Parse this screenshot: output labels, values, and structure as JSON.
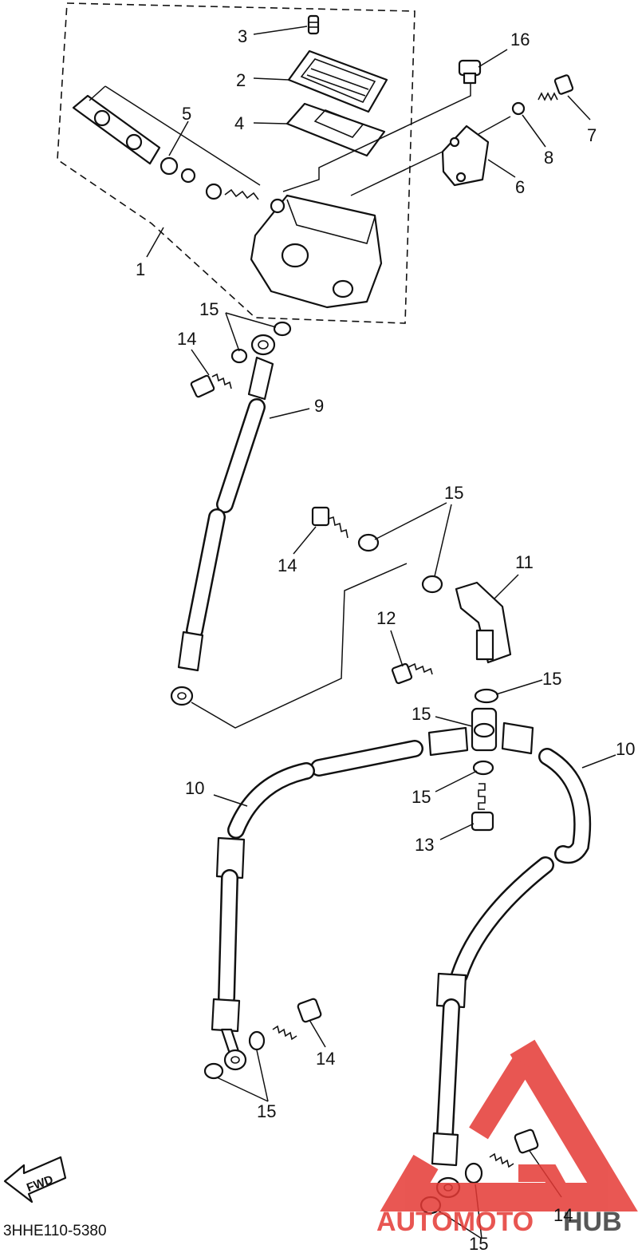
{
  "diagram": {
    "callouts": {
      "c1": "1",
      "c2": "2",
      "c3": "3",
      "c4": "4",
      "c5": "5",
      "c6": "6",
      "c7": "7",
      "c8": "8",
      "c9": "9",
      "c10a": "10",
      "c10b": "10",
      "c11": "11",
      "c12": "12",
      "c13": "13",
      "c14a": "14",
      "c14b": "14",
      "c14c": "14",
      "c14d": "14",
      "c15a": "15",
      "c15b": "15",
      "c15c": "15",
      "c15d": "15",
      "c15e": "15",
      "c15f": "15",
      "c15g": "15",
      "c16": "16"
    },
    "fwd_label": "FWD",
    "part_code": "3HHE110-5380",
    "watermark": {
      "text_left": "AUTOMOTO",
      "text_right": "HUB",
      "color": "#e53935",
      "color_dark": "#3a3a3a"
    }
  }
}
